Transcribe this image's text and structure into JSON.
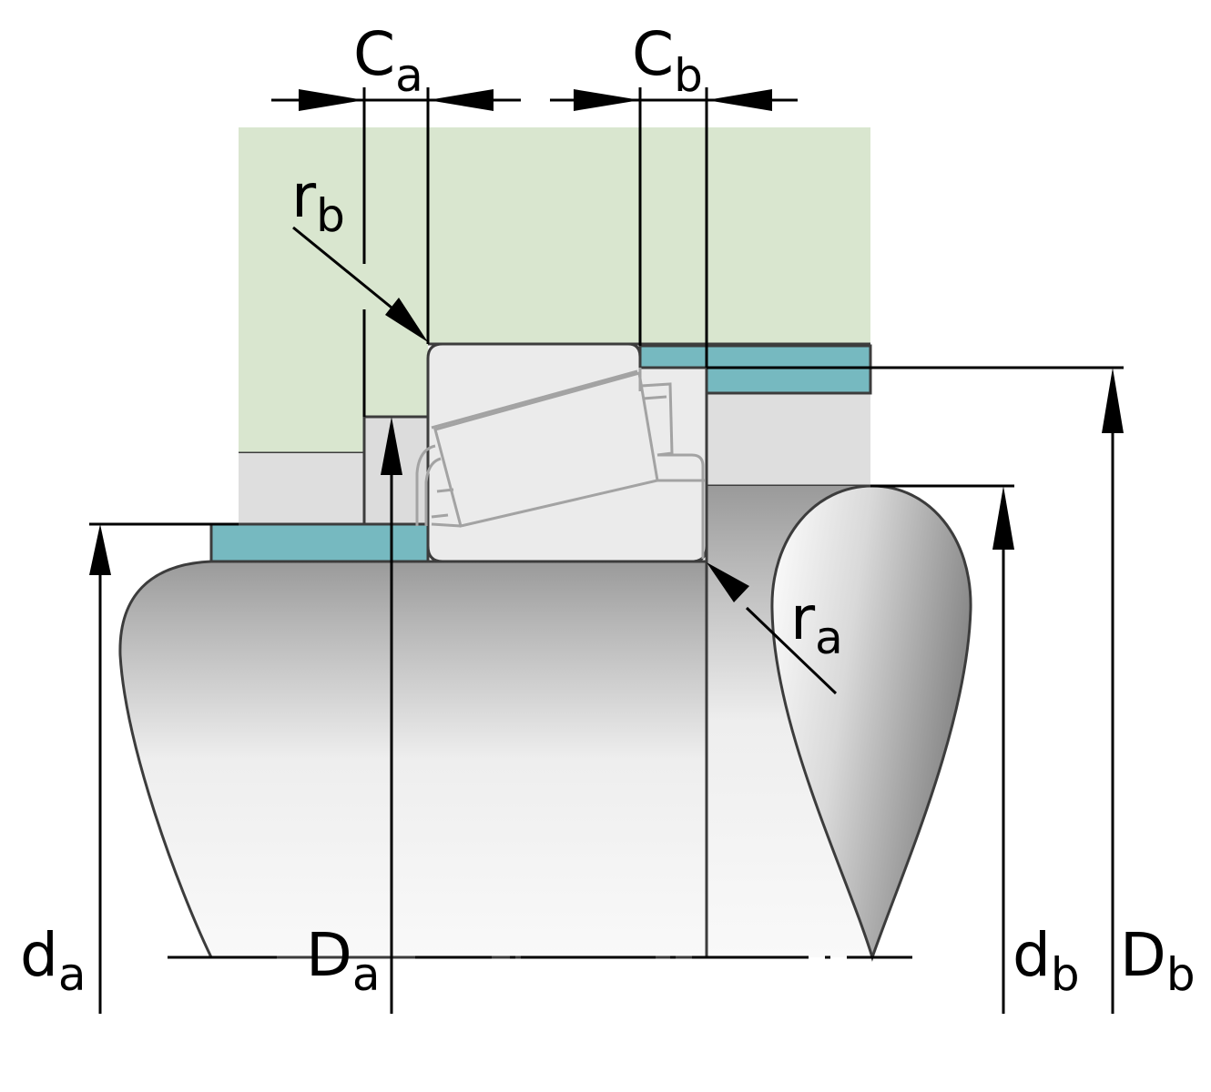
{
  "labels": {
    "ca": {
      "main": "C",
      "sub": "a"
    },
    "cb": {
      "main": "C",
      "sub": "b"
    },
    "rb": {
      "main": "r",
      "sub": "b"
    },
    "ra": {
      "main": "r",
      "sub": "a"
    },
    "da": {
      "main": "d",
      "sub": "a"
    },
    "Da": {
      "main": "D",
      "sub": "a"
    },
    "db": {
      "main": "d",
      "sub": "b"
    },
    "Db": {
      "main": "D",
      "sub": "b"
    }
  },
  "colors": {
    "housing": "#d9e6cf",
    "spacer": "#76b9c0",
    "part_gray": "#dedede",
    "bearing": "#ebebeb",
    "bearing_line": "#a3a3a3",
    "shaft_dark": "#9a9a9a",
    "shaft_light": "#f7f7f7",
    "line": "#000000",
    "edge": "#3c3c3c"
  }
}
